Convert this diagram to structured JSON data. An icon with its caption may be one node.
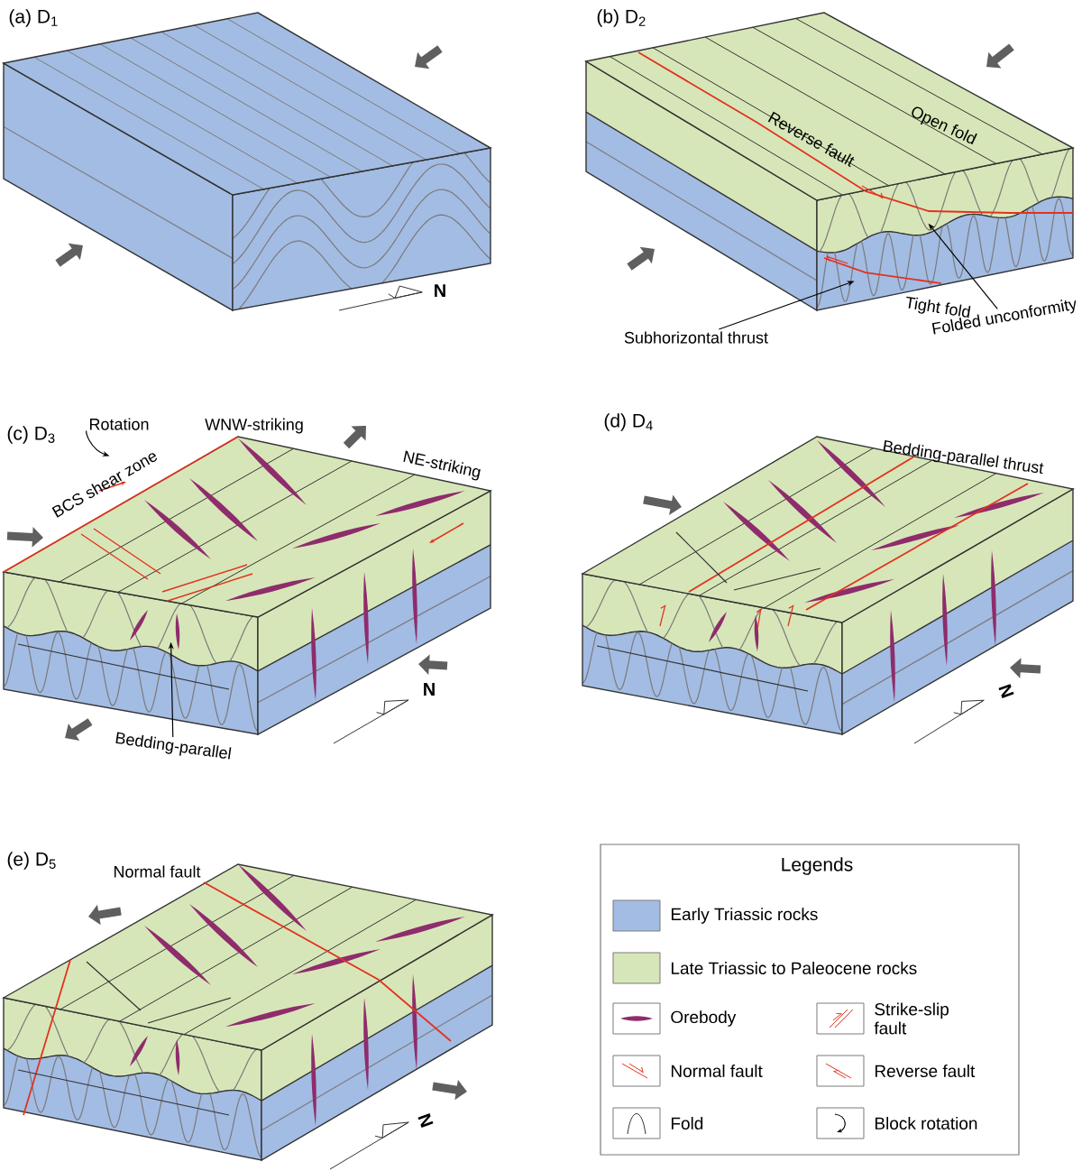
{
  "diagram": {
    "nodes": [
      {
        "text": [
          "Subhorizontal thrust"
        ]
      },
      {
        "text": [
          "Folded unconformity"
        ]
      },
      {
        "text": [
          "Rotation"
        ]
      },
      {
        "text": [
          "Bedding-parallel"
        ]
      },
      {
        "text": [],
        "shape": "picture"
      },
      {
        "text": [],
        "shape": "picture"
      },
      {
        "text": [],
        "shape": "picture"
      },
      {
        "text": [],
        "shape": "picture"
      },
      {
        "text": [],
        "shape": "picture"
      }
    ],
    "edges": [
      {
        "from": 0,
        "to": 5,
        "arrow": "to"
      },
      {
        "from": 1,
        "to": 5,
        "arrow": "to"
      },
      {
        "from": 2,
        "to": 6,
        "arrow": "to"
      },
      {
        "from": 3,
        "to": 6,
        "arrow": "to"
      }
    ],
    "labels": [
      "(a) D$_{1}$",
      "N",
      "(b) D$_{2}$",
      "Reverse fault",
      "Open fold",
      "Tight fold",
      "(c) D$_{3}$",
      "WNW-striking",
      "BCS shear zone",
      "NE-striking",
      "N",
      "(d) D$_{4}$",
      "Bedding-parallel thrust",
      "N",
      "(e) D$_{5}$",
      "Normal fault",
      "N",
      "Legends"
    ],
    "legend": [
      {
        "text": "Early Triassic rocks",
        "color": "#a3bce3"
      },
      {
        "text": "Late Triassic to Paleocene rocks",
        "color": "#d7e6b8"
      },
      {
        "text": "Orebody"
      },
      {
        "text": "Strike-slip fault"
      },
      {
        "text": "Normal fault"
      },
      {
        "text": "Reverse fault"
      },
      {
        "text": "Fold"
      },
      {
        "text": "Block rotation"
      }
    ]
  }
}
